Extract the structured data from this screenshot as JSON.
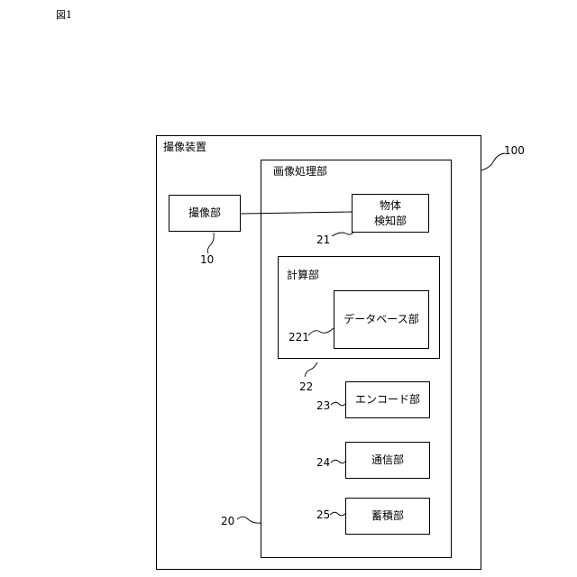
{
  "figure_label": "図1",
  "device": {
    "title": "撮像装置",
    "ref": "100"
  },
  "imaging_unit": {
    "label": "撮像部",
    "ref": "10"
  },
  "image_processing": {
    "title": "画像処理部",
    "ref": "20"
  },
  "object_detection": {
    "line1": "物体",
    "line2": "検知部",
    "ref": "21"
  },
  "calculation": {
    "title": "計算部",
    "ref": "22"
  },
  "database": {
    "label": "データベース部",
    "ref": "221"
  },
  "encoder": {
    "label": "エンコード部",
    "ref": "23"
  },
  "communication": {
    "label": "通信部",
    "ref": "24"
  },
  "storage": {
    "label": "蓄積部",
    "ref": "25"
  }
}
